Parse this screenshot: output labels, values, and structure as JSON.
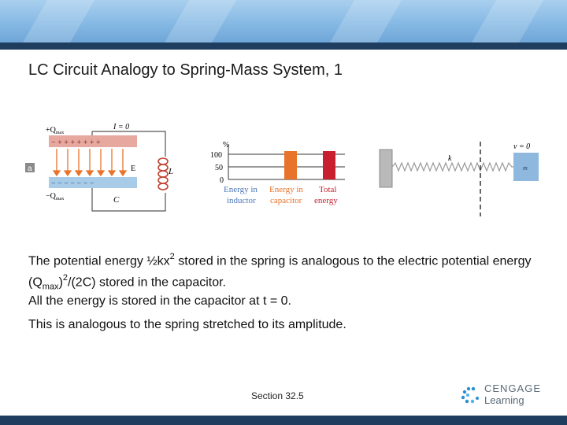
{
  "slide": {
    "title": "LC Circuit Analogy to Spring-Mass System, 1"
  },
  "figure": {
    "panel_label": "a",
    "capacitor_top_label": "+Q",
    "capacitor_top_sub": "max",
    "capacitor_bottom_label": "−Q",
    "capacitor_bottom_sub": "max",
    "current_label": "I = 0",
    "field_label": "E",
    "inductor_label": "L",
    "capacitor_label": "C",
    "top_plate_signs": "− + + + + + + +",
    "bottom_plate_signs": "− − − − − − −",
    "bar_chart": {
      "axis_unit": "%",
      "ticks": [
        "100",
        "50",
        "0"
      ],
      "bars": [
        {
          "label_line1": "Energy in",
          "label_line2": "inductor",
          "value": 0,
          "color": "#4a76b8"
        },
        {
          "label_line1": "Energy in",
          "label_line2": "capacitor",
          "value": 100,
          "color": "#e8732a"
        },
        {
          "label_line1": "Total",
          "label_line2": "energy",
          "value": 100,
          "color": "#c8202f"
        }
      ]
    },
    "spring_label": "k",
    "velocity_label": "v = 0",
    "mass_label": "m"
  },
  "body": {
    "p1_a": "The potential energy ½kx",
    "p1_sup": "2",
    "p1_b": " stored in the spring is analogous to the electric potential energy (Q",
    "p1_sub": "max",
    "p1_c": ")",
    "p1_sup2": "2",
    "p1_d": "/(2C) stored in the capacitor.",
    "p2": "All the energy is stored in the capacitor at t = 0.",
    "p3": "This is analogous to the spring stretched to its amplitude."
  },
  "footer": {
    "section": "Section  32.5"
  },
  "logo": {
    "line1": "CENGAGE",
    "line2": "Learning"
  },
  "colors": {
    "banner_dark": "#1f3d5e",
    "plate_top": "#e7a8a0",
    "plate_bottom": "#a8cbe8"
  }
}
